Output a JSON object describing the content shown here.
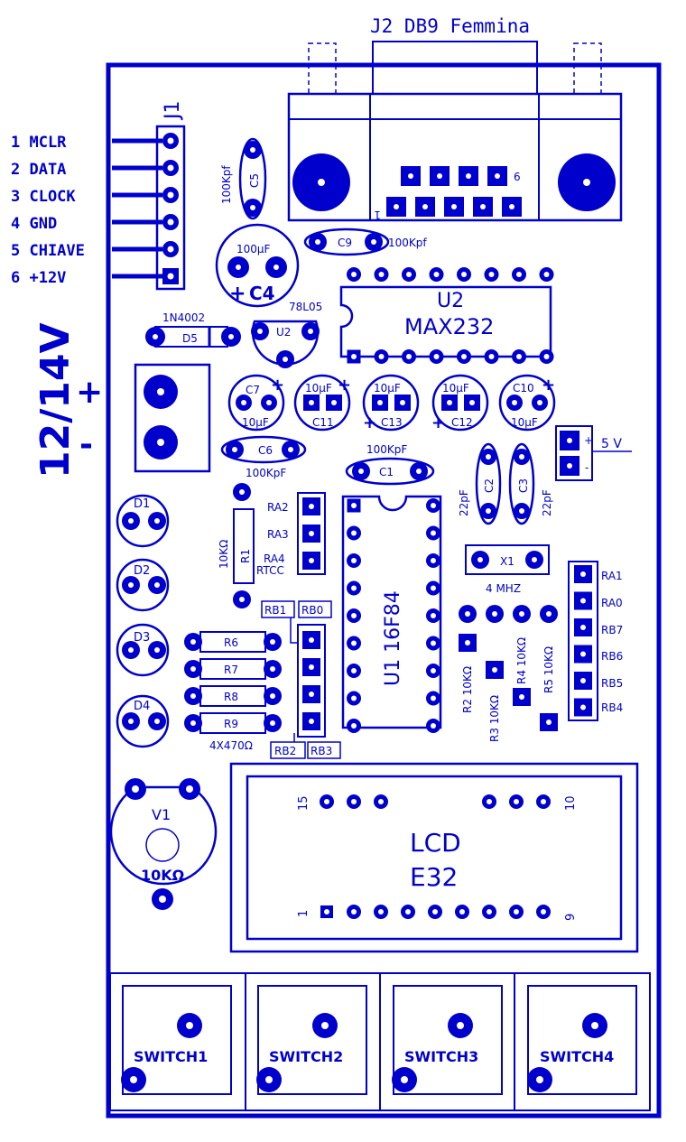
{
  "title": "J2 DB9 Femmina",
  "j1": {
    "label": "J1",
    "pins": [
      "1 MCLR",
      "2 DATA",
      "3 CLOCK",
      "4 GND",
      "5 CHIAVE",
      "6 +12V"
    ]
  },
  "power": {
    "voltage": "12/14V",
    "plus": "+",
    "minus": "-"
  },
  "db9": {
    "pin1": "1",
    "pin6": "6"
  },
  "caps": {
    "c5": "C5",
    "c5_value": "100Kpf",
    "c4": "C4",
    "c4_value": "100µF",
    "c4_plus": "+",
    "c9": "C9",
    "c9_value": "100Kpf",
    "c6": "C6",
    "c6_value": "100KpF",
    "c1": "C1",
    "c1_value": "100KpF",
    "c2": "C2",
    "c2_value": "22pF",
    "c3": "C3",
    "c3_value": "22pF",
    "c7": "C7",
    "c10": "C10",
    "c11": "C11",
    "c12": "C12",
    "c13": "C13",
    "ten_uf": "10µF"
  },
  "d5": {
    "type": "1N4002",
    "label": "D5"
  },
  "u2_reg": {
    "type": "78L05",
    "label": "U2"
  },
  "u2": {
    "label": "U2",
    "type": "MAX232"
  },
  "u1": {
    "label": "U1 16F84"
  },
  "r1": {
    "label": "R1",
    "value": "10KΩ"
  },
  "ra_header": [
    "RA2",
    "RA3",
    "RA4",
    "RTCC"
  ],
  "rb_labels": {
    "rb1": "RB1",
    "rb0": "RB0",
    "rb2": "RB2",
    "rb3": "RB3"
  },
  "leds": [
    "D1",
    "D2",
    "D3",
    "D4"
  ],
  "resistors": {
    "r6": "R6",
    "r7": "R7",
    "r8": "R8",
    "r9": "R9",
    "network": "4X470Ω"
  },
  "pullups": {
    "r2": "R2 10KΩ",
    "r3": "R3 10KΩ",
    "r4": "R4 10KΩ",
    "r5": "R5 10KΩ"
  },
  "crystal": {
    "label": "X1",
    "freq": "4 MHZ"
  },
  "jumper": {
    "label": "5 V",
    "plus": "+",
    "minus": "-"
  },
  "right_header": [
    "RA1",
    "RA0",
    "RB7",
    "RB6",
    "RB5",
    "RB4"
  ],
  "trimmer": {
    "label": "V1",
    "value": "10KΩ"
  },
  "lcd": {
    "line1": "LCD",
    "line2": "E32",
    "pin15": "15",
    "pin10": "10",
    "pin1": "1",
    "pin9": "9"
  },
  "switches": [
    "SWITCH1",
    "SWITCH2",
    "SWITCH3",
    "SWITCH4"
  ]
}
